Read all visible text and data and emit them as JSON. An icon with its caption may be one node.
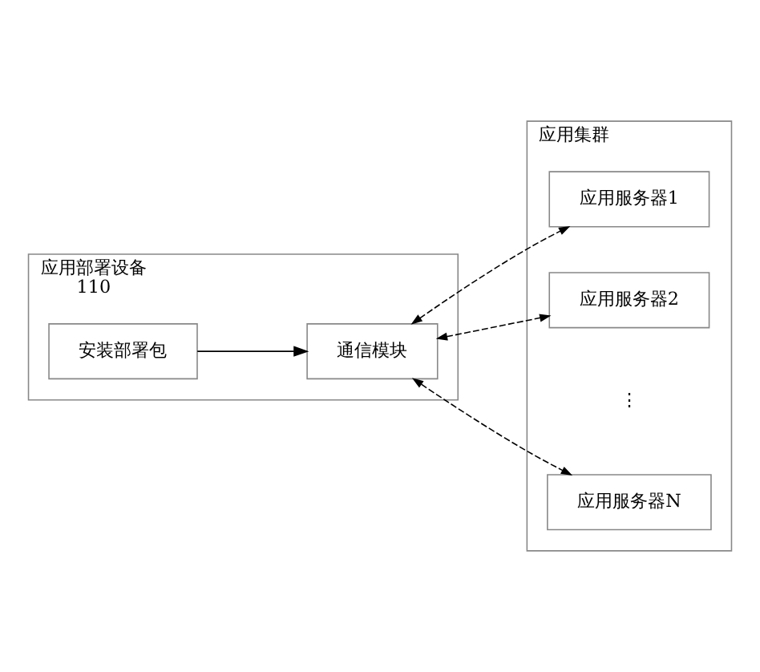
{
  "diagram": {
    "nodes": [
      {
        "text": [
          "应用部署设备",
          "110"
        ]
      },
      {
        "text": [
          "通信模块"
        ],
        "in": 0
      },
      {
        "text": [
          "安装部署包"
        ],
        "in": 0
      },
      {
        "text": [
          "应用集群"
        ]
      },
      {
        "text": [
          "应用服务器1"
        ],
        "in": 3
      },
      {
        "text": [
          "应用服务器2"
        ],
        "in": 3
      },
      {
        "text": [
          "应用服务器N"
        ],
        "in": 3
      }
    ],
    "edges": [
      {
        "from": 2,
        "to": 1,
        "arrow": "to"
      },
      {
        "from": 1,
        "to": 4,
        "arrow": "both",
        "style": "dashed"
      },
      {
        "from": 1,
        "to": 5,
        "arrow": "both",
        "style": "dashed"
      },
      {
        "from": 1,
        "to": 6,
        "arrow": "both",
        "style": "dashed"
      }
    ],
    "labels": [
      "⋮"
    ]
  }
}
